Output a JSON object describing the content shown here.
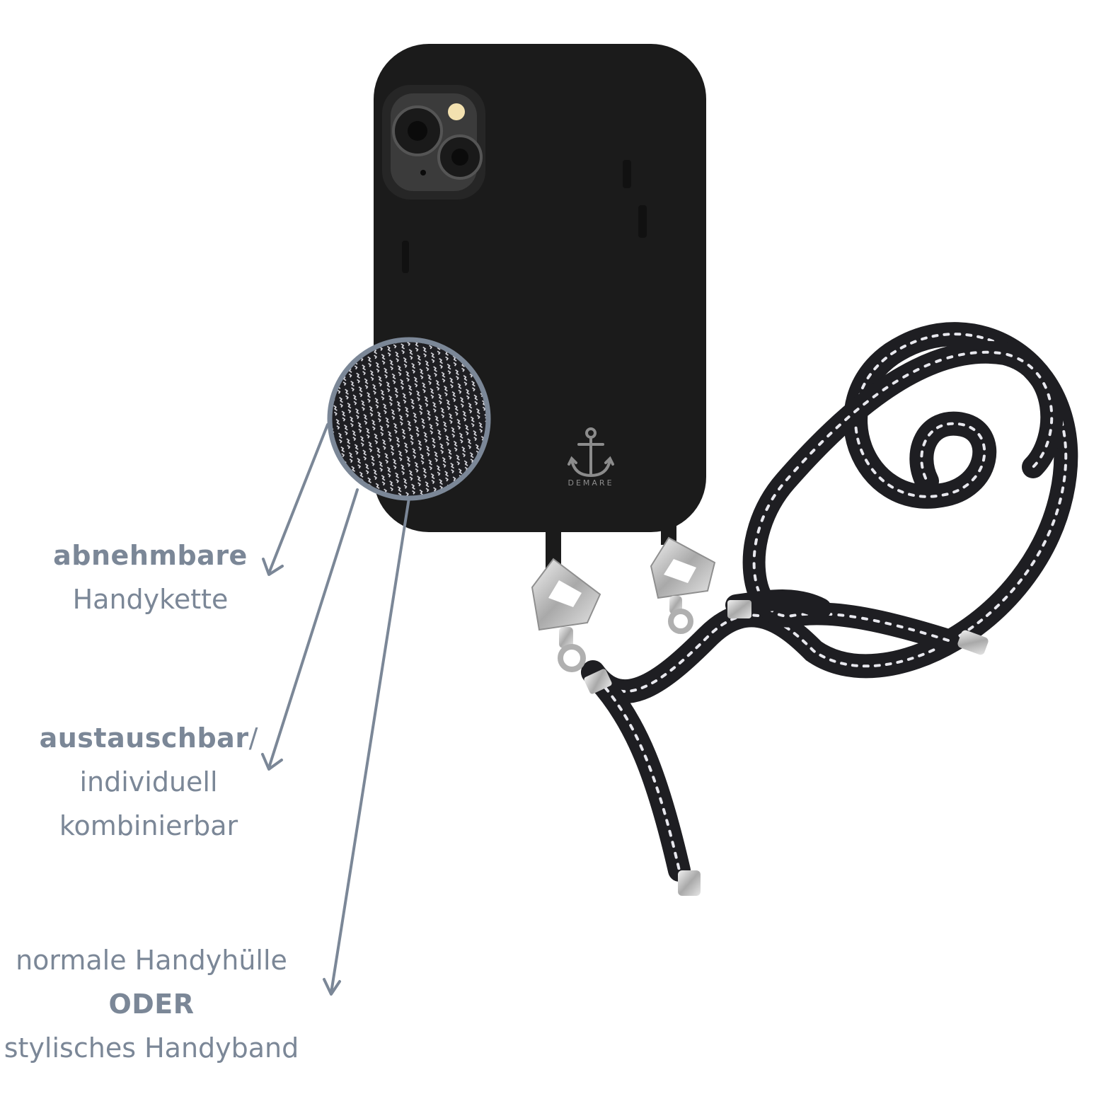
{
  "colors": {
    "label_text": "#7b8797",
    "case_body": "#1b1b1b",
    "metal": "#c9c9c9",
    "cord_dark": "#1e1e22",
    "cord_light": "#e8e8ee",
    "arrow": "#7b8797"
  },
  "icons": {
    "brand_logo": "anchor-icon",
    "pointer": "arrow-down-icon"
  },
  "product": {
    "brand": "DEMARE"
  },
  "callouts": [
    {
      "strong": "abnehmbare",
      "line2": "Handykette"
    },
    {
      "strong": "austauschbar",
      "suffix": "/",
      "line2": "individuell",
      "line3": "kombinierbar"
    },
    {
      "line1": "normale Handyhülle",
      "strong": "ODER",
      "line3": "stylisches Handyband"
    }
  ]
}
